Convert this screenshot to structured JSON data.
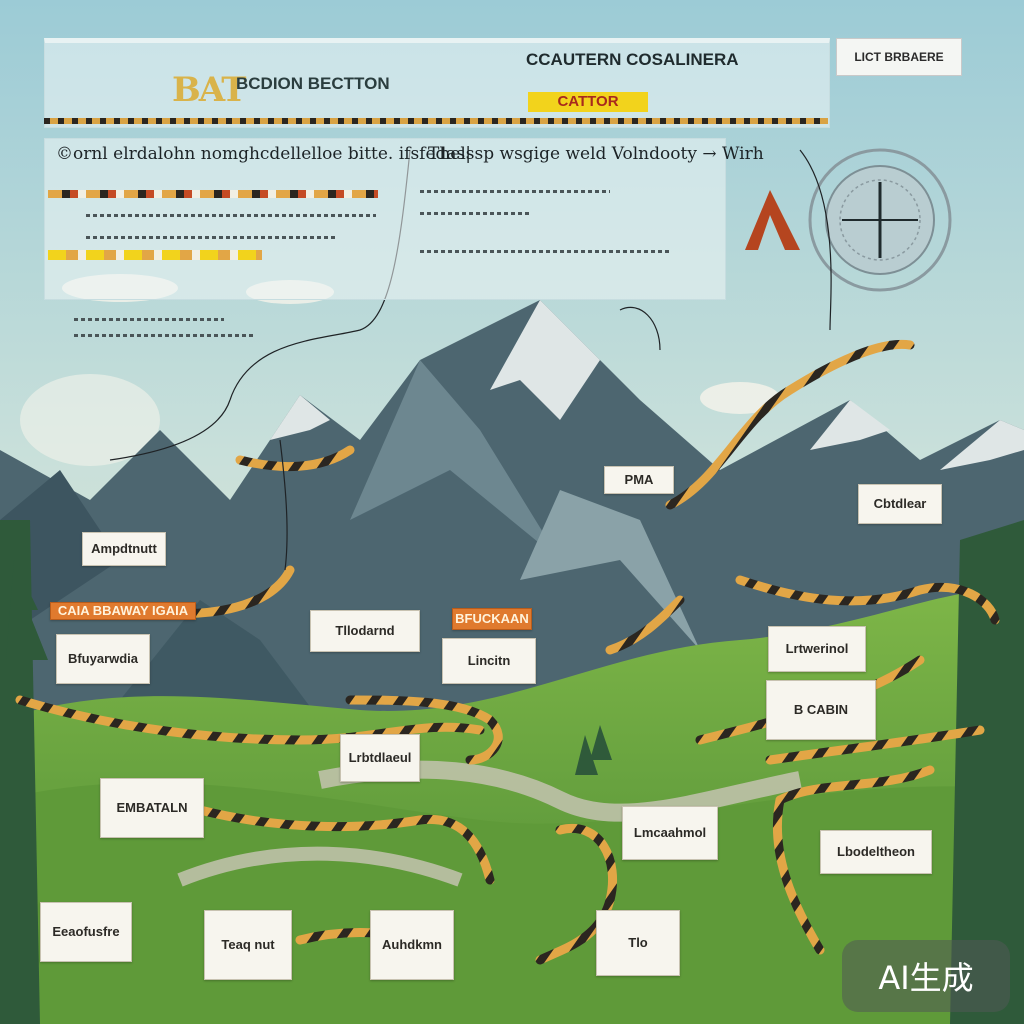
{
  "header": {
    "title_main": "BAT",
    "title_sub": "BCDION BECTTON",
    "title_right": "CCAUTERN COSALINERA",
    "caption": "CATTOR"
  },
  "subheads": {
    "left": "©ornl elrdalohn nomghcdellelloe bitte.   ifsfedas|",
    "right": "Thelssp wsgige weld Volndooty  → Wirh"
  },
  "corner_card": "LICT  BRBAERE",
  "signs": [
    {
      "id": "sign-01",
      "text": "Ampdtnutt"
    },
    {
      "id": "sign-02",
      "text": "CAIA  BBAWAY  IGAIA"
    },
    {
      "id": "sign-03",
      "text": "Bfuyarwdia"
    },
    {
      "id": "sign-04",
      "text": "Tllodarnd"
    },
    {
      "id": "sign-05",
      "text": "BFUCKAAN"
    },
    {
      "id": "sign-06",
      "text": "Lincitn"
    },
    {
      "id": "sign-07",
      "text": "PMA"
    },
    {
      "id": "sign-08",
      "text": "Cbtdlear"
    },
    {
      "id": "sign-09",
      "text": "Lrtwerinol"
    },
    {
      "id": "sign-10",
      "text": "B CABIN"
    },
    {
      "id": "sign-11",
      "text": "Lrbtdlaeul"
    },
    {
      "id": "sign-12",
      "text": "EMBATALN"
    },
    {
      "id": "sign-13",
      "text": "Lmcaahmol"
    },
    {
      "id": "sign-14",
      "text": "Lbodeltheon"
    },
    {
      "id": "sign-15",
      "text": "Eeaofusfre"
    },
    {
      "id": "sign-16",
      "text": "Teaq nut"
    },
    {
      "id": "sign-17",
      "text": "Auhdkmn"
    },
    {
      "id": "sign-18",
      "text": "Tlo"
    }
  ],
  "watermark": "AI生成",
  "colors": {
    "sky_top": "#a9d3dc",
    "sky_bottom": "#f3ecc6",
    "mountain": "#4d6670",
    "snow": "#dfe6e6",
    "hill": "#6ea33c",
    "forest": "#2f5a3a",
    "trail": "#2b2620",
    "trail_band": "#e2a646",
    "accent_yellow": "#f2d31c",
    "accent_orange": "#e07a2e"
  }
}
